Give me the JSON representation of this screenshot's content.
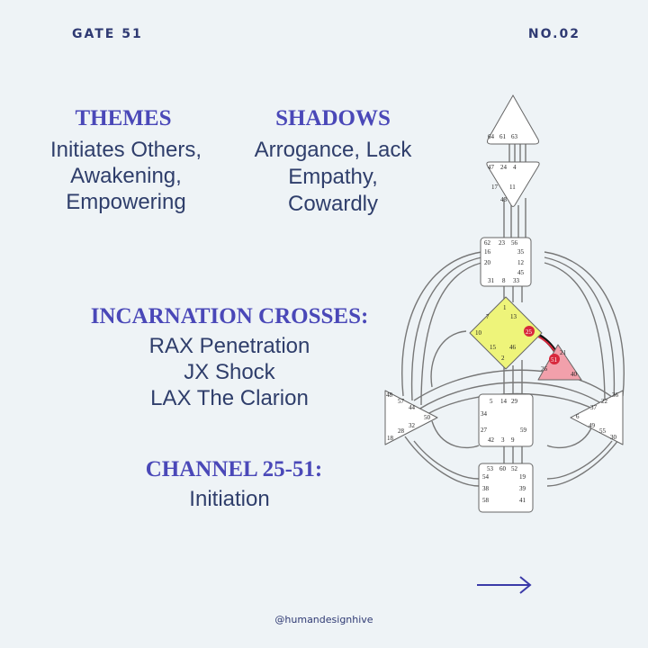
{
  "header": {
    "gate": "GATE 51",
    "number": "NO.02"
  },
  "themes": {
    "heading": "THEMES",
    "lines": [
      "Initiates Others,",
      "Awakening,",
      "Empowering"
    ]
  },
  "shadows": {
    "heading": "SHADOWS",
    "lines": [
      "Arrogance, Lack",
      "Empathy,",
      "Cowardly"
    ]
  },
  "incarnation_crosses": {
    "heading": "INCARNATION CROSSES:",
    "lines": [
      "RAX Penetration",
      "JX Shock",
      "LAX The Clarion"
    ]
  },
  "channel": {
    "heading": "CHANNEL 25-51:",
    "lines": [
      "Initiation"
    ]
  },
  "footer": {
    "handle": "@humandesignhive"
  },
  "colors": {
    "heading": "#4a48b8",
    "text": "#2f3e6b",
    "g_center": "#eef47a",
    "heart_center": "#f2a0ab",
    "active_gate": "#d8283c",
    "background": "#eef3f6"
  },
  "bodygraph": {
    "head_gates": [
      "64",
      "61",
      "63"
    ],
    "ajna_gates": [
      "47",
      "24",
      "4",
      "17",
      "11",
      "43"
    ],
    "throat_gates": [
      "62",
      "23",
      "56",
      "16",
      "35",
      "20",
      "12",
      "45",
      "31",
      "8",
      "33"
    ],
    "g_gates": [
      "1",
      "7",
      "13",
      "10",
      "25",
      "15",
      "46",
      "2"
    ],
    "heart_gates": [
      "21",
      "51",
      "26",
      "40"
    ],
    "sacral_gates": [
      "5",
      "14",
      "29",
      "34",
      "27",
      "59",
      "42",
      "3",
      "9"
    ],
    "root_gates": [
      "53",
      "60",
      "52",
      "54",
      "19",
      "38",
      "39",
      "58",
      "41"
    ],
    "spleen_gates": [
      "48",
      "57",
      "44",
      "50",
      "32",
      "28",
      "18"
    ],
    "solar_plexus_gates": [
      "36",
      "22",
      "37",
      "6",
      "49",
      "55",
      "30"
    ]
  },
  "icons": {
    "next": "arrow-right-icon"
  }
}
